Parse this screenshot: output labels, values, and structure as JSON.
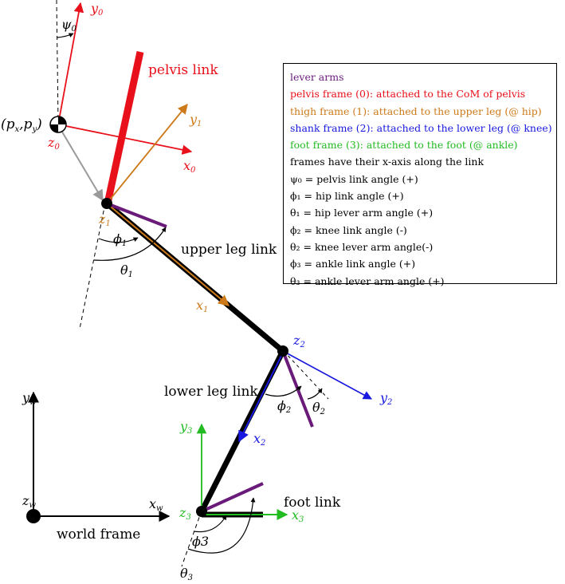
{
  "labels": {
    "pelvis_link": "pelvis link",
    "upper_leg_link": "upper leg link",
    "lower_leg_link": "lower leg link",
    "foot_link": "foot link",
    "world_frame": "world frame",
    "pelvis_position": "(p",
    "px_sub": "x",
    "py_p": ",p",
    "py_sub": "y",
    "close_paren": ")"
  },
  "symbols": {
    "y0": "y",
    "y0_sub": "0",
    "x0": "x",
    "x0_sub": "0",
    "z0": "z",
    "z0_sub": "0",
    "y1": "y",
    "y1_sub": "1",
    "x1": "x",
    "x1_sub": "1",
    "z1": "z",
    "z1_sub": "1",
    "z2": "z",
    "z2_sub": "2",
    "y2": "y",
    "y2_sub": "2",
    "x2": "x",
    "x2_sub": "2",
    "y3": "y",
    "y3_sub": "3",
    "x3": "x",
    "x3_sub": "3",
    "z3": "z",
    "z3_sub": "3",
    "yw": "y",
    "yw_sub": "w",
    "xw": "x",
    "xw_sub": "w",
    "zw": "z",
    "zw_sub": "w",
    "psi0": "ψ",
    "psi0_sub": "0",
    "phi1": "ϕ",
    "phi1_sub": "1",
    "theta1": "θ",
    "theta1_sub": "1",
    "phi2": "ϕ",
    "phi2_sub": "2",
    "theta2": "θ",
    "theta2_sub": "2",
    "phi3": "ϕ3",
    "theta3": "θ",
    "theta3_sub": "3"
  },
  "legend": {
    "items": [
      {
        "text": "lever arms",
        "color": "#6a1b7a"
      },
      {
        "text": "pelvis frame (0): attached to the CoM of pelvis",
        "color": "#e8101a"
      },
      {
        "text": "thigh frame (1): attached to the upper leg (@ hip)",
        "color": "#cc7a1a"
      },
      {
        "text": "shank frame (2): attached to the lower leg (@ knee)",
        "color": "#1818e0"
      },
      {
        "text": "foot frame (3): attached to the foot (@ ankle)",
        "color": "#22bb22"
      },
      {
        "text": "frames have their x-axis along the link",
        "color": "#000000"
      },
      {
        "text": "ψ₀   = pelvis link angle (+)",
        "color": "#000000"
      },
      {
        "text": "ϕ₁ = hip link angle (+)",
        "color": "#000000"
      },
      {
        "text": "θ₁ = hip lever arm angle (+)",
        "color": "#000000"
      },
      {
        "text": "ϕ₂ = knee link angle (-)",
        "color": "#000000"
      },
      {
        "text": "θ₂ = knee lever arm angle(-)",
        "color": "#000000"
      },
      {
        "text": "ϕ₃ = ankle link angle (+)",
        "color": "#000000"
      },
      {
        "text": "θ₃ = ankle lever arm angle (+)",
        "color": "#000000"
      }
    ]
  },
  "colors": {
    "pelvis": "#e8101a",
    "thigh": "#cc7a1a",
    "shank": "#1818e0",
    "foot": "#22bb22",
    "lever": "#6a1b7a",
    "link": "#000000",
    "com_arrow": "#999999"
  }
}
